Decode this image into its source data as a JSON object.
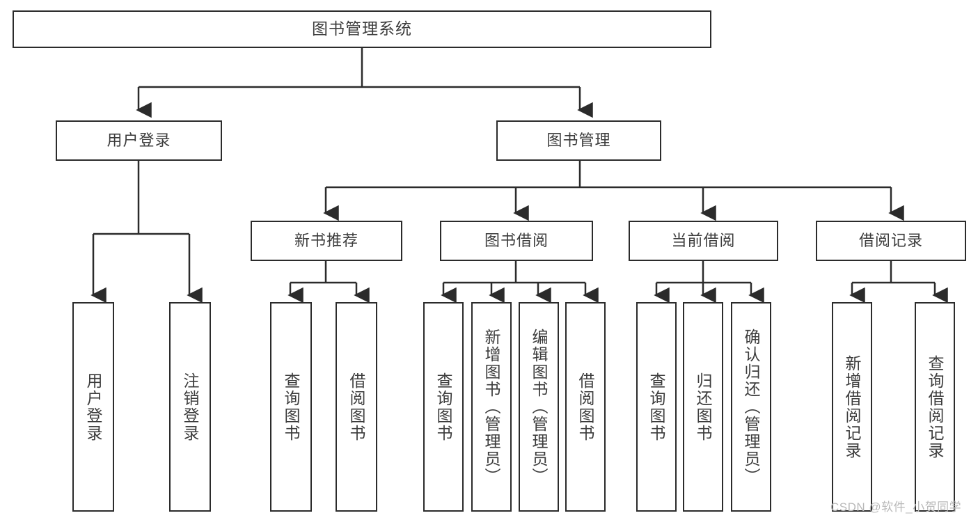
{
  "diagram": {
    "title": "图书管理系统",
    "type": "hierarchical-tree",
    "watermark": "CSDN @软件_小贺同学",
    "colors": {
      "background": "#ffffff",
      "box_border": "#2b2b2b",
      "box_fill": "#ffffff",
      "text": "#3c3c3c",
      "connector": "#2b2b2b",
      "watermark": "#b9b9b9"
    },
    "levels": {
      "root": {
        "label": "图书管理系统"
      },
      "level2": [
        {
          "id": "user-login",
          "label": "用户登录"
        },
        {
          "id": "book-management",
          "label": "图书管理"
        }
      ],
      "level3": [
        {
          "id": "new-book-recommend",
          "label": "新书推荐"
        },
        {
          "id": "book-borrow",
          "label": "图书借阅"
        },
        {
          "id": "current-borrow",
          "label": "当前借阅"
        },
        {
          "id": "borrow-record",
          "label": "借阅记录"
        }
      ],
      "leaves": {
        "user_login": [
          {
            "id": "leaf-user-login",
            "label": "用户登录"
          },
          {
            "id": "leaf-logout-login",
            "label": "注销登录"
          }
        ],
        "new_book_recommend": [
          {
            "id": "leaf-query-book-1",
            "label": "查询图书"
          },
          {
            "id": "leaf-borrow-book-1",
            "label": "借阅图书"
          }
        ],
        "book_borrow": [
          {
            "id": "leaf-query-book-2",
            "label": "查询图书"
          },
          {
            "id": "leaf-add-book-admin",
            "label": "新增图书（管理员）"
          },
          {
            "id": "leaf-edit-book-admin",
            "label": "编辑图书（管理员）"
          },
          {
            "id": "leaf-borrow-book-2",
            "label": "借阅图书"
          }
        ],
        "current_borrow": [
          {
            "id": "leaf-query-book-3",
            "label": "查询图书"
          },
          {
            "id": "leaf-return-book",
            "label": "归还图书"
          },
          {
            "id": "leaf-confirm-return-admin",
            "label": "确认归还（管理员）"
          }
        ],
        "borrow_record": [
          {
            "id": "leaf-add-borrow-record",
            "label": "新增借阅记录"
          },
          {
            "id": "leaf-query-borrow-record",
            "label": "查询借阅记录"
          }
        ]
      }
    }
  }
}
